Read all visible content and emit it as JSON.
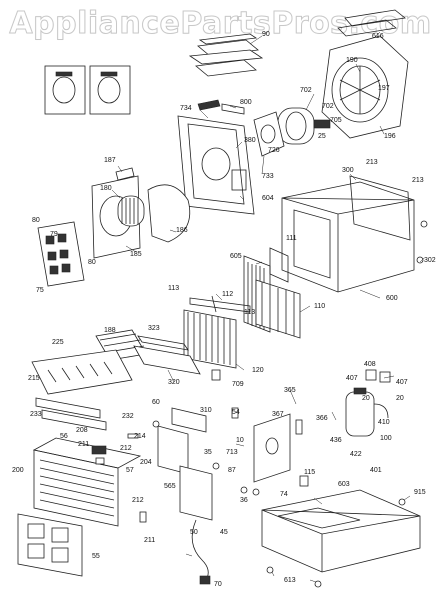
{
  "watermark": "AppliancePartsPros.com",
  "callouts": [
    {
      "id": "c90",
      "text": "90"
    },
    {
      "id": "c616",
      "text": "616"
    },
    {
      "id": "c190",
      "text": "190"
    },
    {
      "id": "c197",
      "text": "197"
    },
    {
      "id": "c702a",
      "text": "702"
    },
    {
      "id": "c702b",
      "text": "702"
    },
    {
      "id": "c734",
      "text": "734"
    },
    {
      "id": "c800",
      "text": "800"
    },
    {
      "id": "c705",
      "text": "705"
    },
    {
      "id": "c25",
      "text": "25"
    },
    {
      "id": "c196",
      "text": "196"
    },
    {
      "id": "c380",
      "text": "380"
    },
    {
      "id": "c726",
      "text": "726"
    },
    {
      "id": "c187",
      "text": "187"
    },
    {
      "id": "c733",
      "text": "733"
    },
    {
      "id": "c213a",
      "text": "213"
    },
    {
      "id": "c300",
      "text": "300"
    },
    {
      "id": "c180",
      "text": "180"
    },
    {
      "id": "c604",
      "text": "604"
    },
    {
      "id": "c213b",
      "text": "213"
    },
    {
      "id": "c186",
      "text": "186"
    },
    {
      "id": "c80a",
      "text": "80"
    },
    {
      "id": "c79",
      "text": "79"
    },
    {
      "id": "c185",
      "text": "185"
    },
    {
      "id": "c80b",
      "text": "80"
    },
    {
      "id": "c302",
      "text": "302"
    },
    {
      "id": "c75",
      "text": "75"
    },
    {
      "id": "c605",
      "text": "605"
    },
    {
      "id": "c111",
      "text": "111"
    },
    {
      "id": "c600",
      "text": "600"
    },
    {
      "id": "c113a",
      "text": "113"
    },
    {
      "id": "c112",
      "text": "112"
    },
    {
      "id": "c110",
      "text": "110"
    },
    {
      "id": "c113b",
      "text": "113"
    },
    {
      "id": "c323",
      "text": "323"
    },
    {
      "id": "c188",
      "text": "188"
    },
    {
      "id": "c225",
      "text": "225"
    },
    {
      "id": "c120",
      "text": "120"
    },
    {
      "id": "c709",
      "text": "709"
    },
    {
      "id": "c320",
      "text": "320"
    },
    {
      "id": "c408",
      "text": "408"
    },
    {
      "id": "c365",
      "text": "365"
    },
    {
      "id": "c215",
      "text": "215"
    },
    {
      "id": "c407a",
      "text": "407"
    },
    {
      "id": "c407b",
      "text": "407"
    },
    {
      "id": "c20a",
      "text": "20"
    },
    {
      "id": "c20b",
      "text": "20"
    },
    {
      "id": "c233",
      "text": "233"
    },
    {
      "id": "c60",
      "text": "60"
    },
    {
      "id": "c310",
      "text": "310"
    },
    {
      "id": "c54",
      "text": "54"
    },
    {
      "id": "c367",
      "text": "367"
    },
    {
      "id": "c366",
      "text": "366"
    },
    {
      "id": "c410",
      "text": "410"
    },
    {
      "id": "c232",
      "text": "232"
    },
    {
      "id": "c208",
      "text": "208"
    },
    {
      "id": "c214",
      "text": "214"
    },
    {
      "id": "c10",
      "text": "10"
    },
    {
      "id": "c436",
      "text": "436"
    },
    {
      "id": "c100",
      "text": "100"
    },
    {
      "id": "c56",
      "text": "56"
    },
    {
      "id": "c211a",
      "text": "211"
    },
    {
      "id": "c212a",
      "text": "212"
    },
    {
      "id": "c204",
      "text": "204"
    },
    {
      "id": "c35",
      "text": "35"
    },
    {
      "id": "c713",
      "text": "713"
    },
    {
      "id": "c422",
      "text": "422"
    },
    {
      "id": "c57",
      "text": "57"
    },
    {
      "id": "c401",
      "text": "401"
    },
    {
      "id": "c200",
      "text": "200"
    },
    {
      "id": "c87",
      "text": "87"
    },
    {
      "id": "c115",
      "text": "115"
    },
    {
      "id": "c603",
      "text": "603"
    },
    {
      "id": "c565",
      "text": "565"
    },
    {
      "id": "c36",
      "text": "36"
    },
    {
      "id": "c74",
      "text": "74"
    },
    {
      "id": "c915",
      "text": "915"
    },
    {
      "id": "c212b",
      "text": "212"
    },
    {
      "id": "c45",
      "text": "45"
    },
    {
      "id": "c211b",
      "text": "211"
    },
    {
      "id": "c50",
      "text": "50"
    },
    {
      "id": "c70",
      "text": "70"
    },
    {
      "id": "c613",
      "text": "613"
    },
    {
      "id": "c55",
      "text": "55"
    }
  ]
}
